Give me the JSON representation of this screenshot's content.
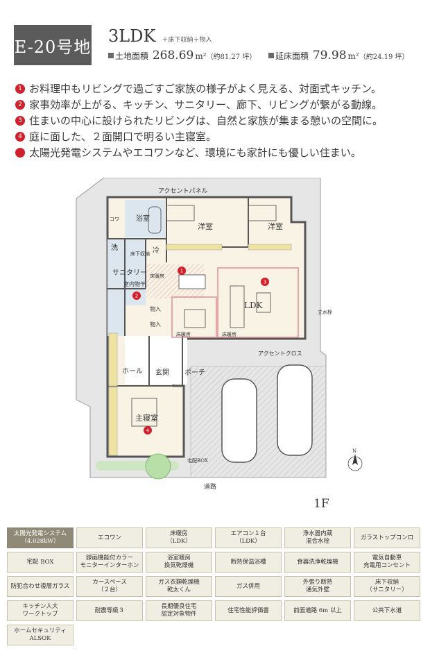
{
  "header": {
    "lot": "E-20号地",
    "plan": "3LDK",
    "plan_extra": "＋床下収納＋物入",
    "land_label": "土地面積",
    "land_value": "268.69",
    "land_unit": "m²",
    "land_approx": "（約81.27 坪）",
    "floor_label": "延床面積",
    "floor_value": "79.98",
    "floor_unit": "m²",
    "floor_approx": "（約24.19 坪）"
  },
  "features": [
    {
      "num": "1",
      "text": "お料理中もリビングで過ごすご家族の様子がよく見える、対面式キッチン。"
    },
    {
      "num": "2",
      "text": "家事効率が上がる、キッチン、サニタリー、廊下、リビングが繋がる動線。"
    },
    {
      "num": "3",
      "text": "住まいの中心に設けられたリビングは、自然と家族が集まる憩いの空間に。"
    },
    {
      "num": "4",
      "text": "庭に面した、２面開口で明るい主寝室。"
    },
    {
      "num": "",
      "text": "太陽光発電システムやエコワンなど、環境にも家計にも優しい住まい。"
    }
  ],
  "floorplan": {
    "accent_panel": "アクセントパネル",
    "youshitsu_1": "洋室",
    "youshitsu_2": "洋室",
    "yokushitsu": "浴室",
    "wash": "洗",
    "floor_storage": "床下収納",
    "cold": "冷",
    "sanitary": "サニタリー",
    "indoor_dry": "室内物干",
    "floor_heat_1": "床暖房",
    "floor_heat_2": "床暖房",
    "floor_heat_3": "床暖房",
    "storage_1": "物入",
    "storage_2": "物入",
    "ldk": "LDK",
    "hall": "ホール",
    "genkan": "玄関",
    "porch": "ポーチ",
    "master": "主寝室",
    "accent_cross": "アクセントクロス",
    "hoist": "立水栓",
    "kowa": "コワ",
    "delivery_box": "宅配BOX",
    "road": "道路",
    "marker_1": "1",
    "marker_2": "2",
    "marker_3": "3",
    "marker_4": "4",
    "north": "N"
  },
  "floor_label": "1F",
  "options": [
    {
      "label": "太陽光発電システム\n（4.028kW）",
      "on": true
    },
    {
      "label": "エコワン",
      "on": false
    },
    {
      "label": "床暖房\n（LDK）",
      "on": false
    },
    {
      "label": "エアコン１台\n（LDK）",
      "on": false
    },
    {
      "label": "浄水器内蔵\n混合水栓",
      "on": false
    },
    {
      "label": "ガラストップコンロ",
      "on": false
    },
    {
      "label": "宅配 BOX",
      "on": false
    },
    {
      "label": "録画機能付カラー\nモニターインターホン",
      "on": false
    },
    {
      "label": "浴室暖房\n換気乾燥機",
      "on": false
    },
    {
      "label": "断熱保温浴槽",
      "on": false
    },
    {
      "label": "食器洗浄乾燥機",
      "on": false
    },
    {
      "label": "電気自動車\n充電用コンセント",
      "on": false
    },
    {
      "label": "防犯合わせ複層ガラス",
      "on": false
    },
    {
      "label": "カースペース\n（２台）",
      "on": false
    },
    {
      "label": "ガス衣類乾燥機\n乾太くん",
      "on": false
    },
    {
      "label": "ガス併用",
      "on": false
    },
    {
      "label": "外張り断熱\n通気外壁",
      "on": false
    },
    {
      "label": "床下収納\n（サニタリー）",
      "on": false
    },
    {
      "label": "キッチン人大\nワークトップ",
      "on": false
    },
    {
      "label": "耐震等級３",
      "on": false
    },
    {
      "label": "長期優良住宅\n認定対象物件",
      "on": false
    },
    {
      "label": "住宅性能評価書",
      "on": false
    },
    {
      "label": "前面道路 6m 以上",
      "on": false
    },
    {
      "label": "公共下水道",
      "on": false
    },
    {
      "label": "ホームセキュリティ\nALSOK",
      "on": false
    }
  ]
}
